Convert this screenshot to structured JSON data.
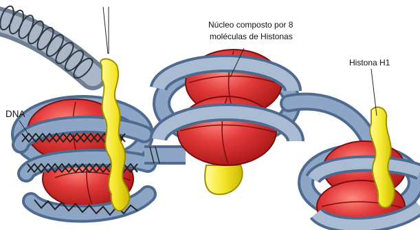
{
  "labels": {
    "dna": "DNA",
    "core_line1": "Núcleo composto por 8",
    "core_line2": "moléculas de Histonas",
    "h1": "Histona H1"
  },
  "colors": {
    "histone_red": "#e23a3a",
    "histone_dark": "#a81616",
    "dna_blue": "#8ea6c6",
    "dna_blue_dark": "#4e6a8e",
    "h1_yellow": "#f4e62a",
    "h1_yellow_dark": "#9c8f00",
    "dna_strand": "#2a2a2a"
  }
}
